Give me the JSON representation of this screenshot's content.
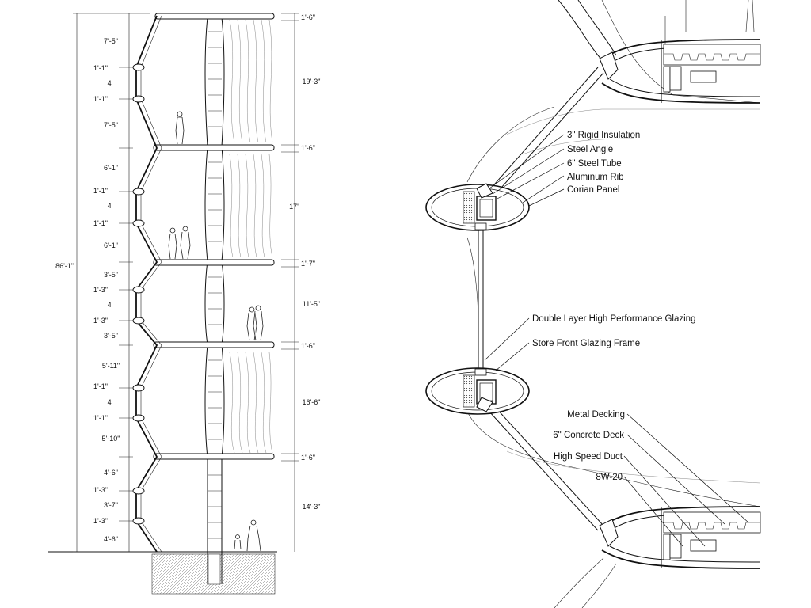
{
  "section": {
    "overall_height": "86'-1\"",
    "left_dims": [
      "7'-5\"",
      "1'-1\"",
      "4'",
      "1'-1\"",
      "7'-5\"",
      "6'-1\"",
      "1'-1\"",
      "4'",
      "1'-1\"",
      "6'-1\"",
      "3'-5\"",
      "1'-3\"",
      "4'",
      "1'-3\"",
      "3'-5\"",
      "5'-11\"",
      "1'-1\"",
      "4'",
      "1'-1\"",
      "5'-10\"",
      "4'-6\"",
      "1'-3\"",
      "3'-7\"",
      "1'-3\"",
      "4'-6\""
    ],
    "right_dims": [
      "1'-6\"",
      "19'-3\"",
      "1'-6\"",
      "17'",
      "1'-7\"",
      "11'-5\"",
      "1'-6\"",
      "16'-6\"",
      "1'-6\"",
      "14'-3\""
    ]
  },
  "detail": {
    "labels_upper": [
      "3\" Rigid Insulation",
      "Steel Angle",
      "6\" Steel Tube",
      "Aluminum Rib",
      "Corian Panel"
    ],
    "labels_middle": [
      "Double Layer High Performance Glazing",
      "Store Front Glazing Frame"
    ],
    "labels_lower": [
      "Metal Decking",
      "6\" Concrete Deck",
      "High Speed Duct",
      "8W-20"
    ]
  }
}
